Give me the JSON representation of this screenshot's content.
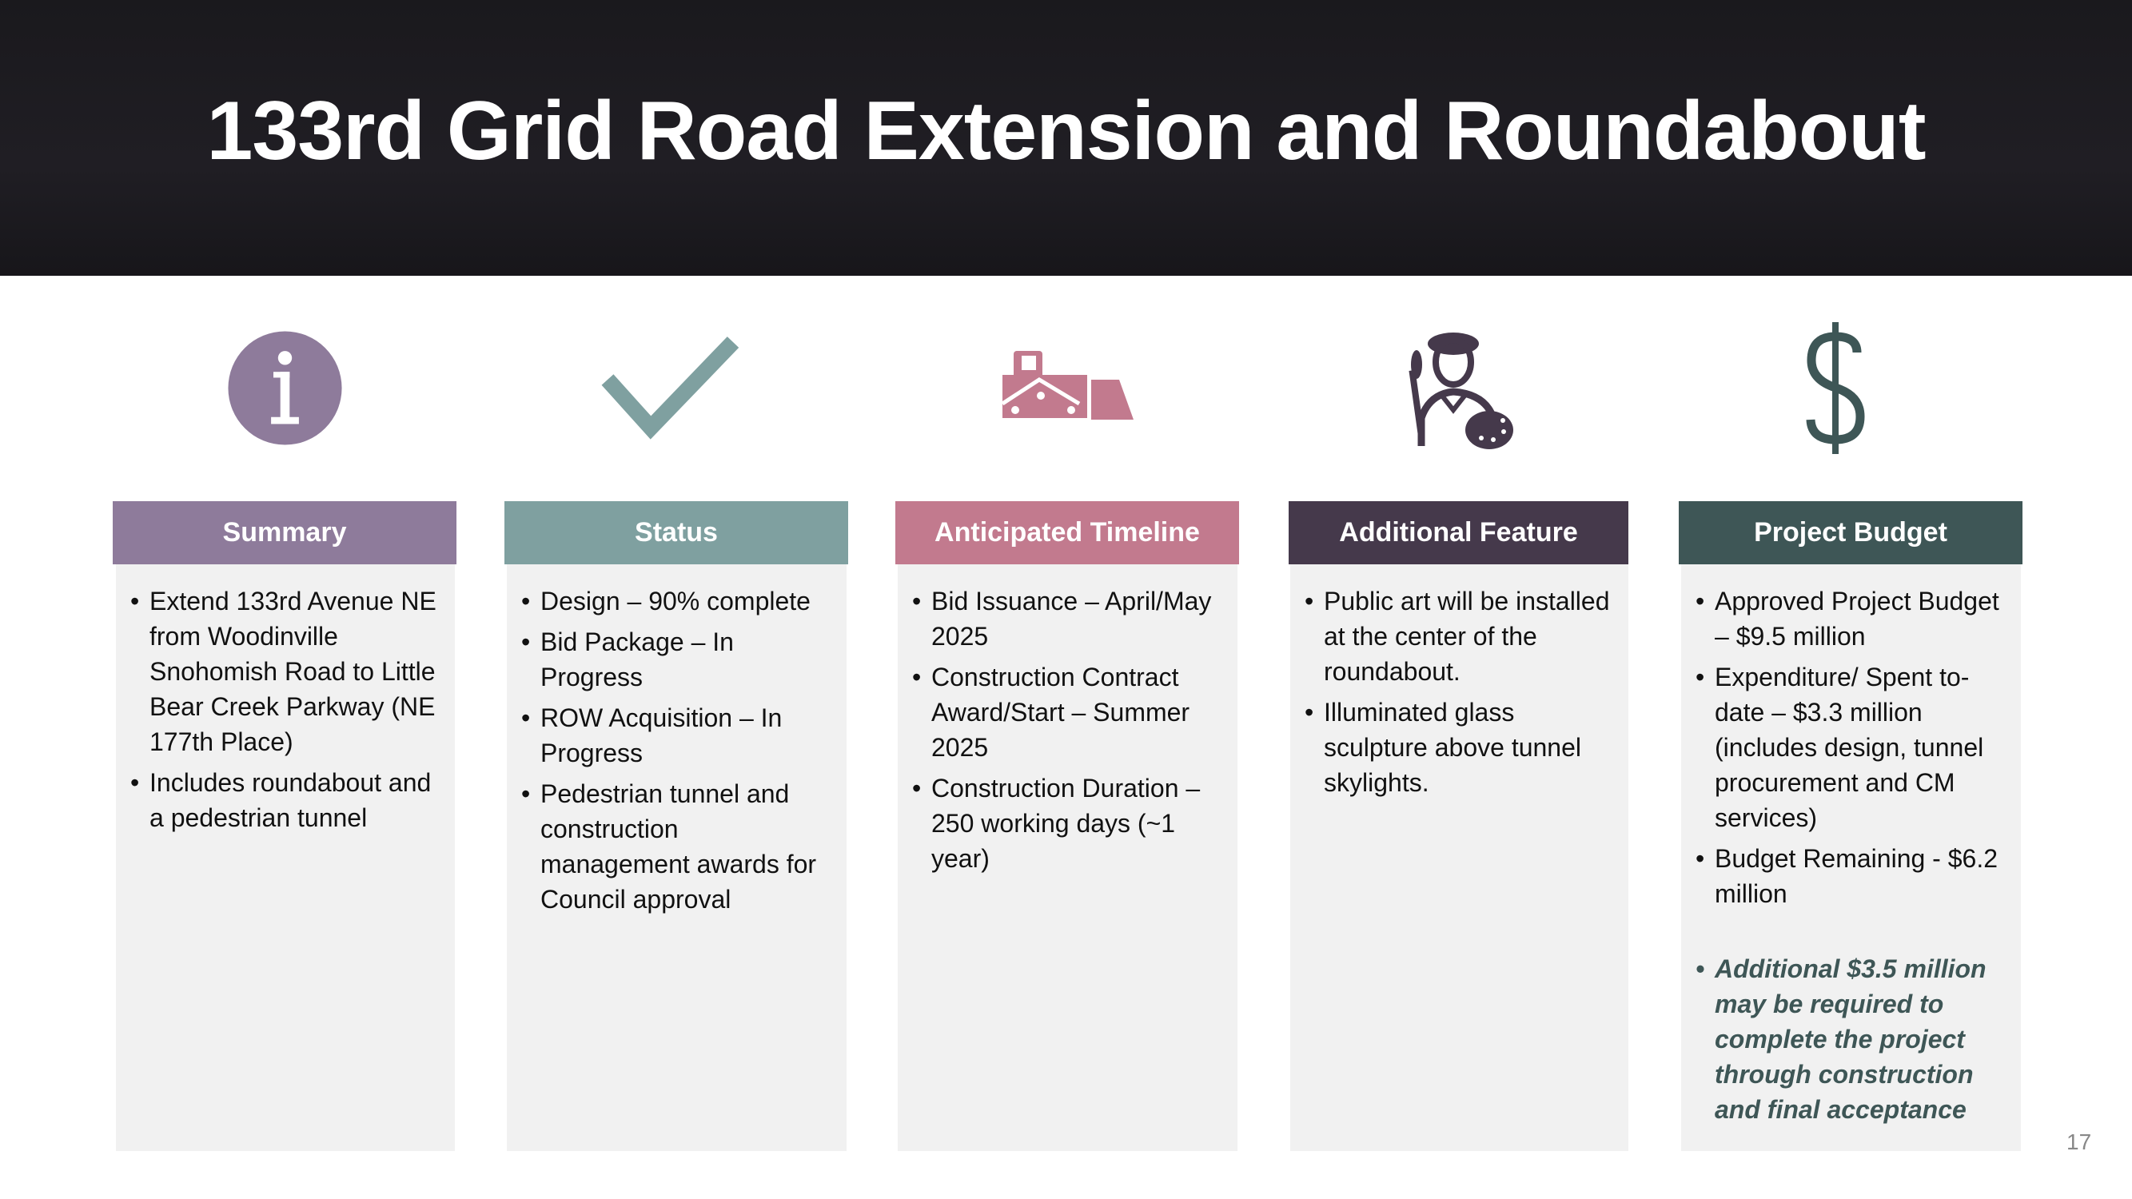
{
  "title": "133rd Grid Road Extension and Roundabout",
  "page_number": "17",
  "colors": {
    "summary": "#8e7b9b",
    "status": "#7fa0a0",
    "timeline": "#c27a8e",
    "feature": "#45394b",
    "budget": "#3e5656"
  },
  "columns": [
    {
      "icon": "info-icon",
      "header": "Summary",
      "items": [
        "Extend 133rd Avenue NE from  Woodinville Snohomish Road to Little Bear Creek Parkway (NE 177th Place)",
        "Includes roundabout and a pedestrian tunnel"
      ]
    },
    {
      "icon": "checkmark-icon",
      "header": "Status",
      "items": [
        "Design – 90% complete",
        "Bid Package – In Progress",
        "ROW Acquisition – In Progress",
        "Pedestrian tunnel and construction management awards for Council approval"
      ]
    },
    {
      "icon": "bulldozer-icon",
      "header": "Anticipated Timeline",
      "items": [
        "Bid Issuance – April/May 2025",
        "Construction Contract Award/Start – Summer 2025",
        "Construction Duration – 250 working days (~1 year)"
      ]
    },
    {
      "icon": "artist-icon",
      "header": "Additional Feature",
      "items": [
        "Public art will be installed at the center of the roundabout.",
        "Illuminated glass sculpture above tunnel skylights."
      ]
    },
    {
      "icon": "dollar-icon",
      "header": "Project Budget",
      "items": [
        "Approved Project Budget – $9.5 million",
        "Expenditure/ Spent to-date – $3.3 million (includes design, tunnel procurement and CM services)",
        "Budget Remaining - $6.2 million"
      ],
      "note": "Additional $3.5 million may be required to complete the project through construction and final acceptance"
    }
  ]
}
